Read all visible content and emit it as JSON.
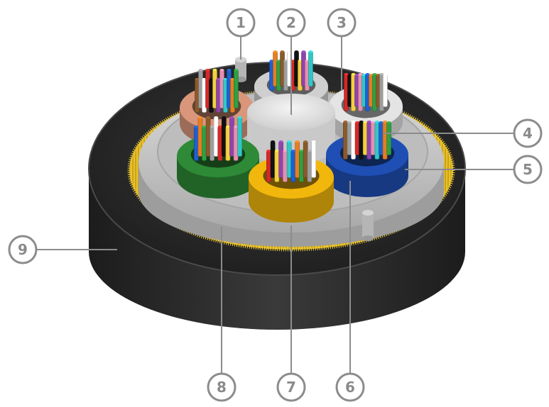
{
  "colors": {
    "jacket": "#2f2f2f",
    "yarn": "#e8c22a",
    "inner_sheath": "#c8c8c8",
    "central_member": "#e6e6e6",
    "callout": "#8c8c8c",
    "tube_salmon": "#d9967a",
    "tube_grey": "#cfcfcf",
    "tube_white": "#e4e4e4",
    "tube_green": "#2e8a36",
    "tube_yellow": "#f2b70c",
    "tube_blue": "#1f4fb5"
  },
  "fiber_colors": [
    "#1f5fd1",
    "#e67e22",
    "#2ea043",
    "#8b5a2b",
    "#9e9e9e",
    "#ffffff",
    "#d62828",
    "#111111",
    "#f4d03f",
    "#8e44ad",
    "#e58fb0",
    "#31c7c7"
  ],
  "callouts": [
    {
      "label": "1"
    },
    {
      "label": "2"
    },
    {
      "label": "3"
    },
    {
      "label": "4"
    },
    {
      "label": "5"
    },
    {
      "label": "6"
    },
    {
      "label": "7"
    },
    {
      "label": "8"
    },
    {
      "label": "9"
    }
  ]
}
